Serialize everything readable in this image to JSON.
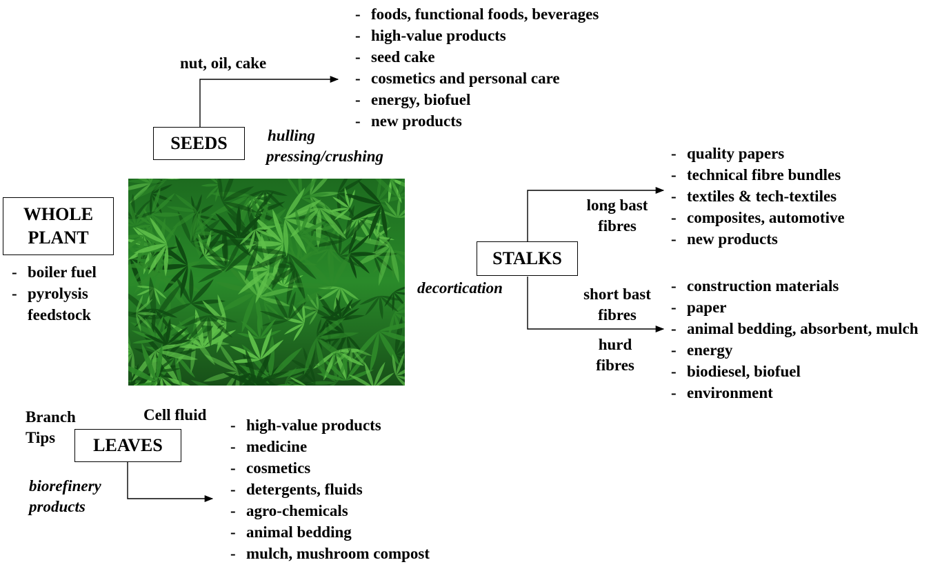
{
  "colors": {
    "line": "#000000",
    "leaf_dark": "#0f4a12",
    "leaf_mid": "#2f8a2a",
    "leaf_light": "#5fc04a"
  },
  "whole_plant": {
    "title_line1": "WHOLE",
    "title_line2": "PLANT",
    "uses": [
      "boiler fuel",
      "pyrolysis",
      "feedstock"
    ]
  },
  "seeds": {
    "title": "SEEDS",
    "branch_label": "nut, oil, cake",
    "process_line1": "hulling",
    "process_line2": "pressing/crushing",
    "products": [
      "foods, functional foods, beverages",
      "high-value products",
      "seed cake",
      "cosmetics and personal care",
      "energy, biofuel",
      "new products"
    ]
  },
  "stalks": {
    "title": "STALKS",
    "process": "decortication",
    "long_label_line1": "long bast",
    "long_label_line2": "fibres",
    "short_label_line1": "short bast",
    "short_label_line2": "fibres",
    "hurd_label_line1": "hurd",
    "hurd_label_line2": "fibres",
    "long_products": [
      "quality papers",
      "technical fibre bundles",
      "textiles & tech-textiles",
      "composites, automotive",
      "new products"
    ],
    "short_products": [
      "construction materials",
      "paper",
      "animal bedding, absorbent, mulch",
      "energy",
      "biodiesel, biofuel",
      "environment"
    ]
  },
  "leaves": {
    "title": "LEAVES",
    "branch_tips_line1": "Branch",
    "branch_tips_line2": "Tips",
    "cell_fluid": "Cell fluid",
    "process_line1": "biorefinery",
    "process_line2": "products",
    "products": [
      "high-value products",
      "medicine",
      "cosmetics",
      "detergents, fluids",
      "agro-chemicals",
      "animal bedding",
      "mulch, mushroom compost"
    ]
  },
  "dash": "-",
  "image": {
    "subject": "hemp-field-photo"
  }
}
